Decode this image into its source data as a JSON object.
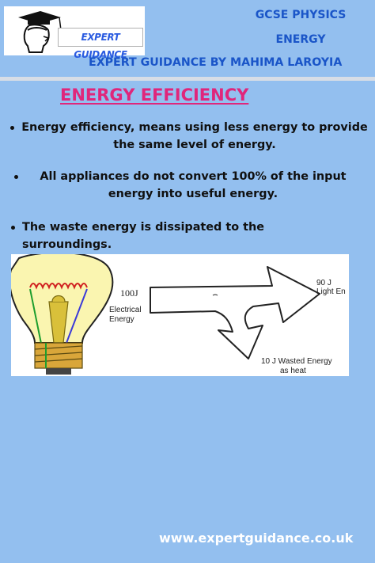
{
  "logo": {
    "text": "EXPERT GUIDANCE",
    "icon": "graduate-head-icon"
  },
  "header": {
    "line1": "GCSE PHYSICS",
    "line2": "ENERGY",
    "line3": "EXPERT GUIDANCE BY MAHIMA LAROYIA"
  },
  "title": "ENERGY EFFICIENCY",
  "bullets": [
    "Energy efficiency, means using less energy to provide the same level of energy.",
    "All appliances do not convert 100% of the input energy into useful energy.",
    "The waste energy is dissipated to the surroundings."
  ],
  "diagram": {
    "input_value": "100J",
    "input_label_1": "Electrical",
    "input_label_2": "Energy",
    "useful_label_1": "90 J",
    "useful_label_2": "Light En",
    "waste_label_1": "10 J Wasted Energy",
    "waste_label_2": "as heat"
  },
  "footer": {
    "website": "www.expertguidance.co.uk"
  },
  "colors": {
    "background": "#93bfef",
    "header_blue": "#1a55c8",
    "title_pink": "#e0267b",
    "bulb_yellow": "#faf5b0"
  }
}
